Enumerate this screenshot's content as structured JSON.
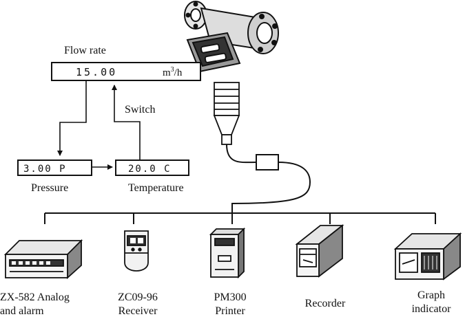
{
  "flow_display": {
    "title": "Flow rate",
    "value": "15.00",
    "unit_base": "m",
    "unit_exp": "3",
    "unit_tail": "/h"
  },
  "switch_label": "Switch",
  "pressure": {
    "value": "3.00 P",
    "label": "Pressure"
  },
  "temperature": {
    "value": "20.0 C",
    "label": "Temperature"
  },
  "devices": [
    {
      "line1": "ZX-582 Analog",
      "line2": "and alarm"
    },
    {
      "line1": "ZC09-96",
      "line2": "Receiver"
    },
    {
      "line1": "PM300",
      "line2": "Printer"
    },
    {
      "line1": "Recorder",
      "line2": ""
    },
    {
      "line1": "Graph",
      "line2": "indicator"
    }
  ]
}
